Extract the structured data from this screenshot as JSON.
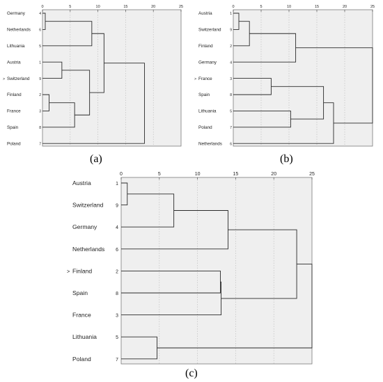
{
  "panel_labels": [
    "(a)",
    "(b)",
    "(c)"
  ],
  "chart_data": [
    {
      "type": "dendrogram",
      "panel": "(a)",
      "x_ticks": [
        0,
        5,
        10,
        15,
        20,
        25
      ],
      "xlim": [
        0,
        25
      ],
      "leaves": [
        {
          "label": "Germany",
          "id": "4"
        },
        {
          "label": "Netherlands",
          "id": "6"
        },
        {
          "label": "Lithuania",
          "id": "5"
        },
        {
          "label": "Austria",
          "id": "1"
        },
        {
          "label": "Switzerland",
          "id": "9",
          "marker": ">"
        },
        {
          "label": "Finland",
          "id": "2"
        },
        {
          "label": "France",
          "id": "3"
        },
        {
          "label": "Spain",
          "id": "8"
        },
        {
          "label": "Poland",
          "id": "7"
        }
      ],
      "merges": [
        {
          "a": "L0",
          "b": "L1",
          "h": 0.5
        },
        {
          "a": "L5",
          "b": "L6",
          "h": 1.2
        },
        {
          "a": "L3",
          "b": "L4",
          "h": 3.5
        },
        {
          "a": "M1",
          "b": "L7",
          "h": 5.8
        },
        {
          "a": "M2",
          "b": "M3",
          "h": 8.5
        },
        {
          "a": "M0",
          "b": "L2",
          "h": 8.9
        },
        {
          "a": "M5",
          "b": "M4",
          "h": 11.1
        },
        {
          "a": "M6",
          "b": "L8",
          "h": 18.4
        }
      ]
    },
    {
      "type": "dendrogram",
      "panel": "(b)",
      "x_ticks": [
        0,
        5,
        10,
        15,
        20,
        25
      ],
      "xlim": [
        0,
        25
      ],
      "leaves": [
        {
          "label": "Austria",
          "id": "1"
        },
        {
          "label": "Switzerland",
          "id": "9"
        },
        {
          "label": "Finland",
          "id": "2"
        },
        {
          "label": "Germany",
          "id": "4"
        },
        {
          "label": "France",
          "id": "3",
          "marker": ">"
        },
        {
          "label": "Spain",
          "id": "8"
        },
        {
          "label": "Lithuania",
          "id": "5"
        },
        {
          "label": "Poland",
          "id": "7"
        },
        {
          "label": "Netherlands",
          "id": "6"
        }
      ],
      "merges": [
        {
          "a": "L0",
          "b": "L1",
          "h": 1.0
        },
        {
          "a": "M0",
          "b": "L2",
          "h": 2.9
        },
        {
          "a": "L4",
          "b": "L5",
          "h": 6.8
        },
        {
          "a": "L6",
          "b": "L7",
          "h": 10.3
        },
        {
          "a": "M1",
          "b": "L3",
          "h": 11.2
        },
        {
          "a": "M2",
          "b": "M3",
          "h": 16.2
        },
        {
          "a": "M5",
          "b": "L8",
          "h": 18.0
        },
        {
          "a": "M4",
          "b": "M6",
          "h": 25.0
        }
      ]
    },
    {
      "type": "dendrogram",
      "panel": "(c)",
      "x_ticks": [
        0,
        5,
        10,
        15,
        20,
        25
      ],
      "xlim": [
        0,
        25
      ],
      "leaves": [
        {
          "label": "Austria",
          "id": "1"
        },
        {
          "label": "Switzerland",
          "id": "9"
        },
        {
          "label": "Germany",
          "id": "4"
        },
        {
          "label": "Netherlands",
          "id": "6"
        },
        {
          "label": "Finland",
          "id": "2",
          "marker": ">"
        },
        {
          "label": "Spain",
          "id": "8"
        },
        {
          "label": "France",
          "id": "3"
        },
        {
          "label": "Lithuania",
          "id": "5"
        },
        {
          "label": "Poland",
          "id": "7"
        }
      ],
      "merges": [
        {
          "a": "L0",
          "b": "L1",
          "h": 0.8
        },
        {
          "a": "M0",
          "b": "L2",
          "h": 6.9
        },
        {
          "a": "L4",
          "b": "L5",
          "h": 13.0
        },
        {
          "a": "M2",
          "b": "L6",
          "h": 13.1
        },
        {
          "a": "M1",
          "b": "L3",
          "h": 14.0
        },
        {
          "a": "L7",
          "b": "L8",
          "h": 4.7
        },
        {
          "a": "M4",
          "b": "M3",
          "h": 23.0
        },
        {
          "a": "M6",
          "b": "M5",
          "h": 25.0
        }
      ]
    }
  ]
}
